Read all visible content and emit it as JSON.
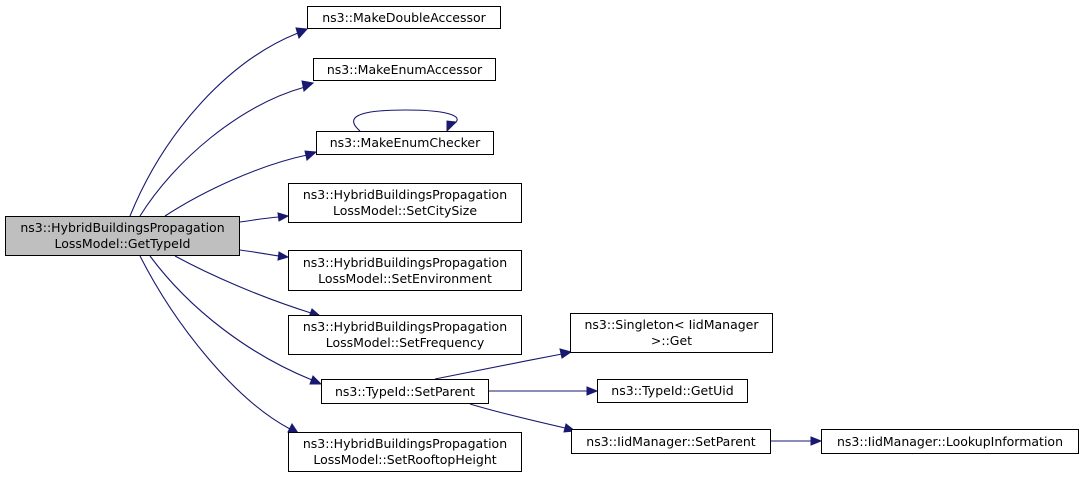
{
  "colors": {
    "edge": "#191970",
    "root_fill": "#bfbfbf",
    "node_fill": "#ffffff",
    "border": "#000000"
  },
  "nodes": [
    {
      "id": "root",
      "lines": [
        "ns3::HybridBuildingsPropagation",
        "LossModel::GetTypeId"
      ],
      "highlighted": true
    },
    {
      "id": "make-double-accessor",
      "lines": [
        "ns3::MakeDoubleAccessor"
      ]
    },
    {
      "id": "make-enum-accessor",
      "lines": [
        "ns3::MakeEnumAccessor"
      ]
    },
    {
      "id": "make-enum-checker",
      "lines": [
        "ns3::MakeEnumChecker"
      ]
    },
    {
      "id": "set-city-size",
      "lines": [
        "ns3::HybridBuildingsPropagation",
        "LossModel::SetCitySize"
      ]
    },
    {
      "id": "set-environment",
      "lines": [
        "ns3::HybridBuildingsPropagation",
        "LossModel::SetEnvironment"
      ]
    },
    {
      "id": "set-frequency",
      "lines": [
        "ns3::HybridBuildingsPropagation",
        "LossModel::SetFrequency"
      ]
    },
    {
      "id": "typeid-set-parent",
      "lines": [
        "ns3::TypeId::SetParent"
      ]
    },
    {
      "id": "set-rooftop-height",
      "lines": [
        "ns3::HybridBuildingsPropagation",
        "LossModel::SetRooftopHeight"
      ]
    },
    {
      "id": "singleton-get",
      "lines": [
        "ns3::Singleton< IidManager",
        ">::Get"
      ]
    },
    {
      "id": "typeid-get-uid",
      "lines": [
        "ns3::TypeId::GetUid"
      ]
    },
    {
      "id": "iidmanager-set-parent",
      "lines": [
        "ns3::IidManager::SetParent"
      ]
    },
    {
      "id": "iidmanager-lookup-information",
      "lines": [
        "ns3::IidManager::LookupInformation"
      ]
    }
  ],
  "edges": [
    {
      "from": "root",
      "to": "make-double-accessor"
    },
    {
      "from": "root",
      "to": "make-enum-accessor"
    },
    {
      "from": "root",
      "to": "make-enum-checker"
    },
    {
      "from": "make-enum-checker",
      "to": "make-enum-checker"
    },
    {
      "from": "root",
      "to": "set-city-size"
    },
    {
      "from": "root",
      "to": "set-environment"
    },
    {
      "from": "root",
      "to": "set-frequency"
    },
    {
      "from": "root",
      "to": "typeid-set-parent"
    },
    {
      "from": "root",
      "to": "set-rooftop-height"
    },
    {
      "from": "typeid-set-parent",
      "to": "singleton-get"
    },
    {
      "from": "typeid-set-parent",
      "to": "typeid-get-uid"
    },
    {
      "from": "typeid-set-parent",
      "to": "iidmanager-set-parent"
    },
    {
      "from": "iidmanager-set-parent",
      "to": "iidmanager-lookup-information"
    }
  ]
}
